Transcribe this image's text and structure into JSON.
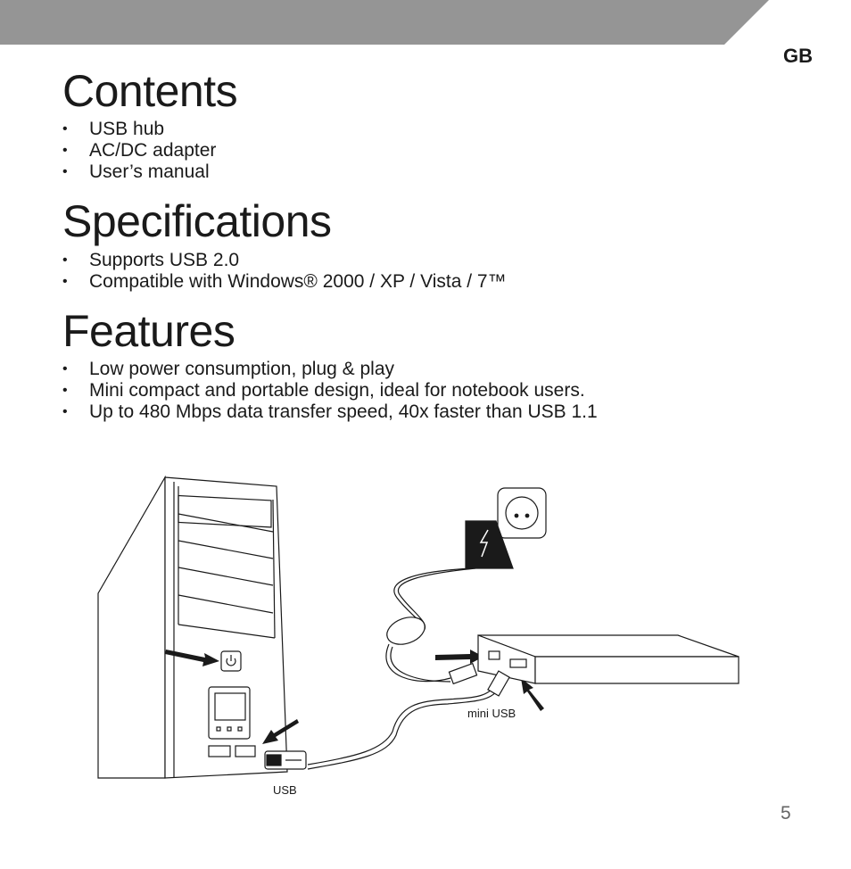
{
  "header": {
    "language_code": "GB"
  },
  "sections": [
    {
      "title": "Contents",
      "items": [
        "USB hub",
        "AC/DC adapter",
        "User’s manual"
      ]
    },
    {
      "title": "Specifications",
      "items": [
        "Supports USB 2.0",
        "Compatible with Windows® 2000 / XP / Vista / 7™"
      ]
    },
    {
      "title": "Features",
      "items": [
        "Low power consumption, plug & play",
        "Mini compact and portable design, ideal for notebook users.",
        "Up to 480 Mbps data transfer speed, 40x faster than USB 1.1"
      ]
    }
  ],
  "illustration": {
    "labels": {
      "mini_usb": "mini USB",
      "usb": "USB"
    }
  },
  "footer": {
    "page_number": "5"
  },
  "colors": {
    "header_bar": "#959595",
    "text": "#1a1a1a",
    "line_art": "#1a1a1a"
  }
}
